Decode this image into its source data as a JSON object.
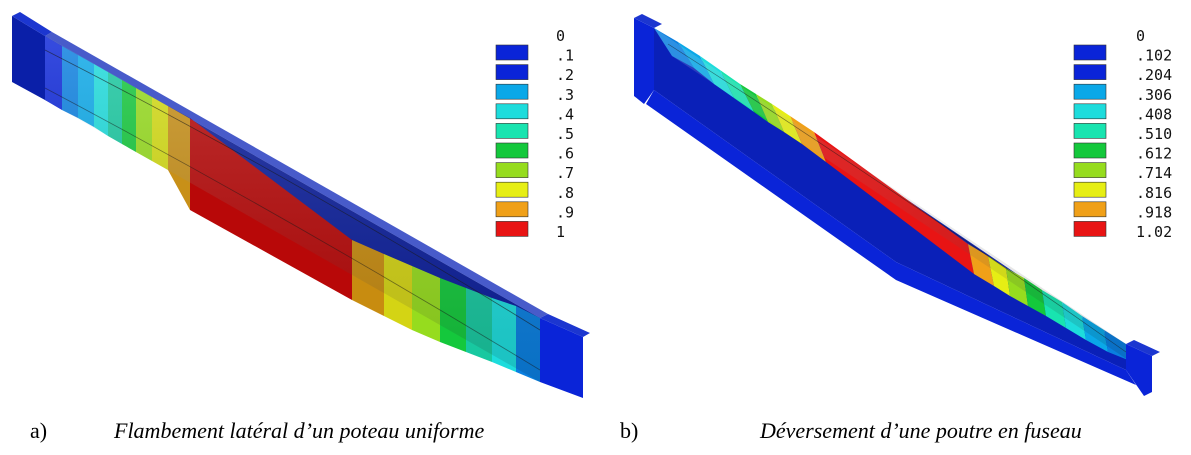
{
  "panel_a": {
    "label": "a)",
    "caption": "Flambement latéral d’un poteau uniforme",
    "legend": {
      "values": [
        "0",
        ".1",
        ".2",
        ".3",
        ".4",
        ".5",
        ".6",
        ".7",
        ".8",
        ".9",
        "1"
      ],
      "colors": [
        "#0a24d8",
        "#0a24d8",
        "#0aa8e8",
        "#1ddcdc",
        "#18e4b0",
        "#14c83c",
        "#96dc1e",
        "#e6ee14",
        "#f0a018",
        "#e81414"
      ]
    }
  },
  "panel_b": {
    "label": "b)",
    "caption": "Déversement d’une poutre en fuseau",
    "legend": {
      "values": [
        "0",
        ".102",
        ".204",
        ".306",
        ".408",
        ".510",
        ".612",
        ".714",
        ".816",
        ".918",
        "1.02"
      ],
      "colors": [
        "#0a24d8",
        "#0a24d8",
        "#0aa8e8",
        "#1ddcdc",
        "#18e4b0",
        "#14c83c",
        "#96dc1e",
        "#e6ee14",
        "#f0a018",
        "#e81414"
      ]
    }
  }
}
